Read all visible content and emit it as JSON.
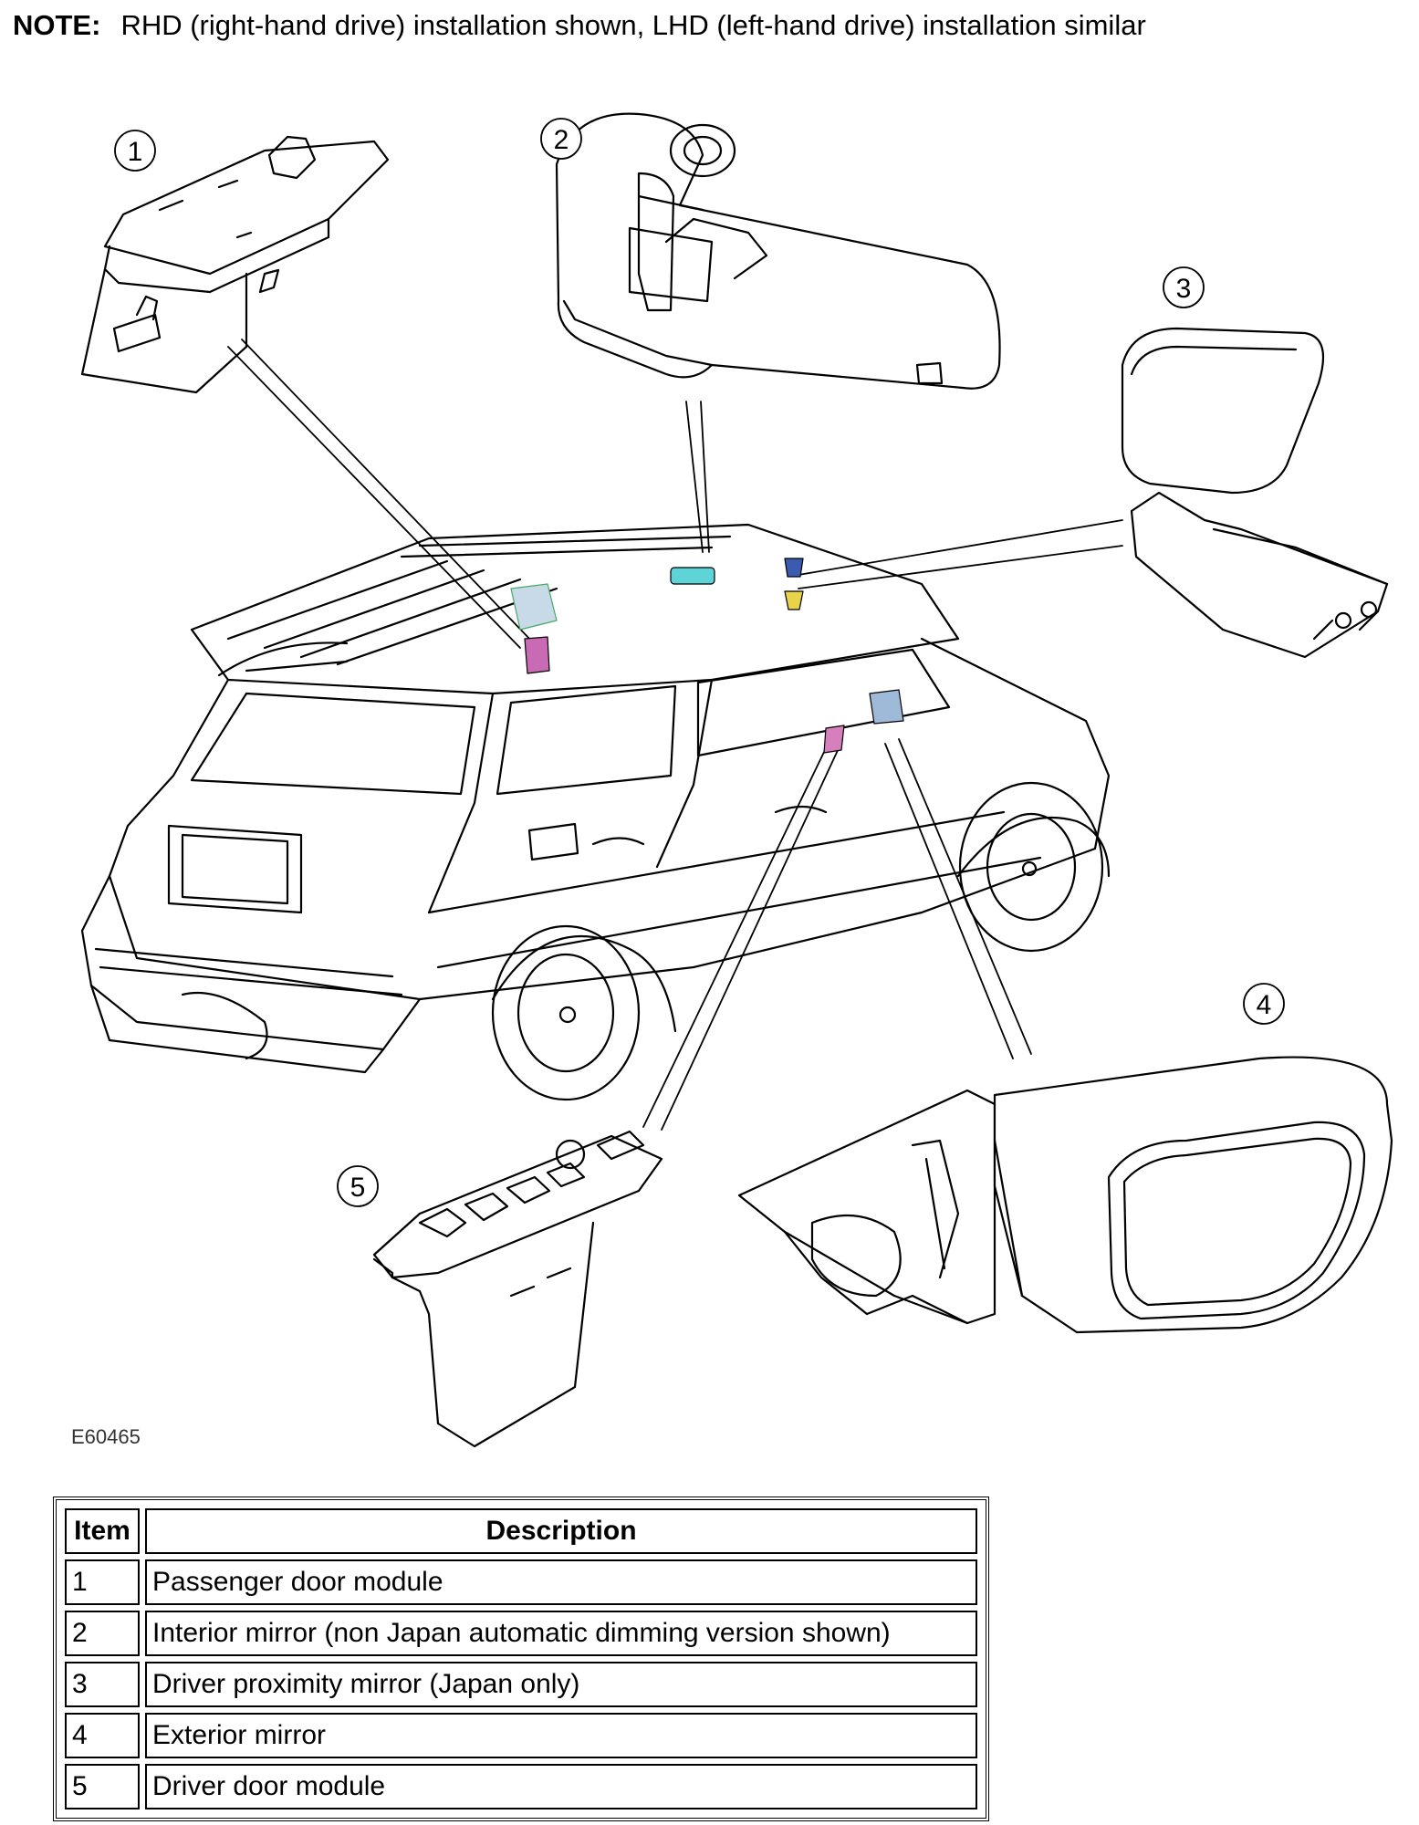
{
  "note": {
    "label": "NOTE:",
    "text": "RHD (right-hand drive) installation shown, LHD (left-hand drive) installation similar"
  },
  "figure_id": "E60465",
  "callouts": [
    "1",
    "2",
    "3",
    "4",
    "5"
  ],
  "components": {
    "1": "passenger-door-module",
    "2": "interior-mirror",
    "3": "driver-proximity-mirror",
    "4": "exterior-mirror",
    "5": "driver-door-module"
  },
  "marker_colors": {
    "interior_mirror": "#5ed3d8",
    "passenger_module": "#c86ab4",
    "proximity_mirror": "#3a5bb0",
    "proximity_base": "#e8d34a",
    "exterior_mirror": "#9fb9d8",
    "driver_module": "#d67fbd"
  },
  "legend": {
    "headers": [
      "Item",
      "Description"
    ],
    "rows": [
      {
        "item": "1",
        "description": "Passenger door module"
      },
      {
        "item": "2",
        "description": "Interior mirror (non Japan automatic dimming version shown)"
      },
      {
        "item": "3",
        "description": "Driver proximity mirror (Japan only)"
      },
      {
        "item": "4",
        "description": "Exterior mirror"
      },
      {
        "item": "5",
        "description": "Driver door module"
      }
    ]
  }
}
